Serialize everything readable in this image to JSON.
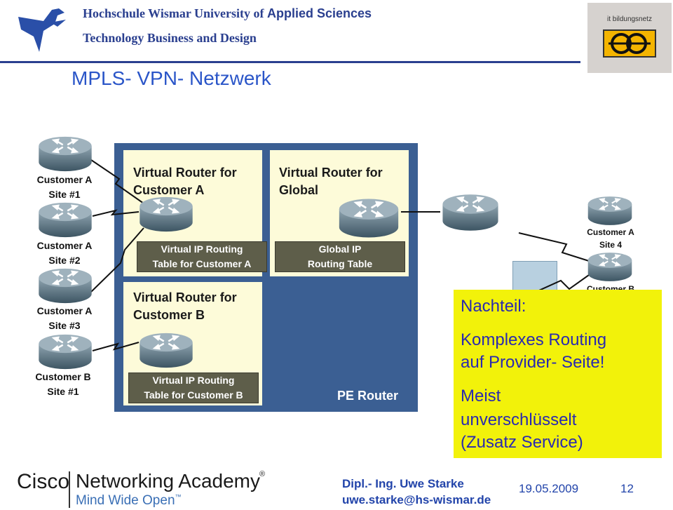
{
  "header": {
    "line1_serif": "Hochschule Wismar University of",
    "line1_sans": "Applied Sciences",
    "line2": "Technology Business and Design",
    "bildungsnetz_label": "it bildungsnetz"
  },
  "slide": {
    "title": "MPLS- VPN- Netzwerk"
  },
  "diagram": {
    "vr_customer_a": {
      "title": "Virtual Router for\nCustomer A",
      "table": "Virtual IP Routing\nTable for Customer A"
    },
    "vr_global": {
      "title": "Virtual Router for\nGlobal",
      "table": "Global IP\nRouting Table"
    },
    "vr_customer_b": {
      "title": "Virtual Router for\nCustomer B",
      "table": "Virtual IP Routing\nTable for Customer B"
    },
    "pe_router_label": "PE Router",
    "left_sites": [
      "Customer A\nSite #1",
      "Customer A\nSite #2",
      "Customer A\nSite #3",
      "Customer B\nSite #1"
    ],
    "right_sites": [
      "Customer A\nSite 4",
      "Customer B"
    ]
  },
  "note": {
    "heading": "Nachteil:",
    "point1_line1": "Komplexes Routing",
    "point1_line2": "auf Provider- Seite!",
    "point2_line1": "Meist",
    "point2_line2": "unverschlüsselt",
    "point2_line3": "(Zusatz Service)"
  },
  "footer": {
    "cisco": "Cisco",
    "academy": "Networking Academy",
    "tagline": "Mind Wide Open",
    "author": "Dipl.- Ing. Uwe Starke",
    "email": "uwe.starke@hs-wismar.de",
    "date": "19.05.2009",
    "page": "12"
  },
  "colors": {
    "brand_blue": "#2a3f8f",
    "title_blue": "#2a55c8",
    "pe_router_bg": "#3b5f93",
    "panel_bg": "#fdfbd9",
    "note_bg": "#f2f20a"
  }
}
